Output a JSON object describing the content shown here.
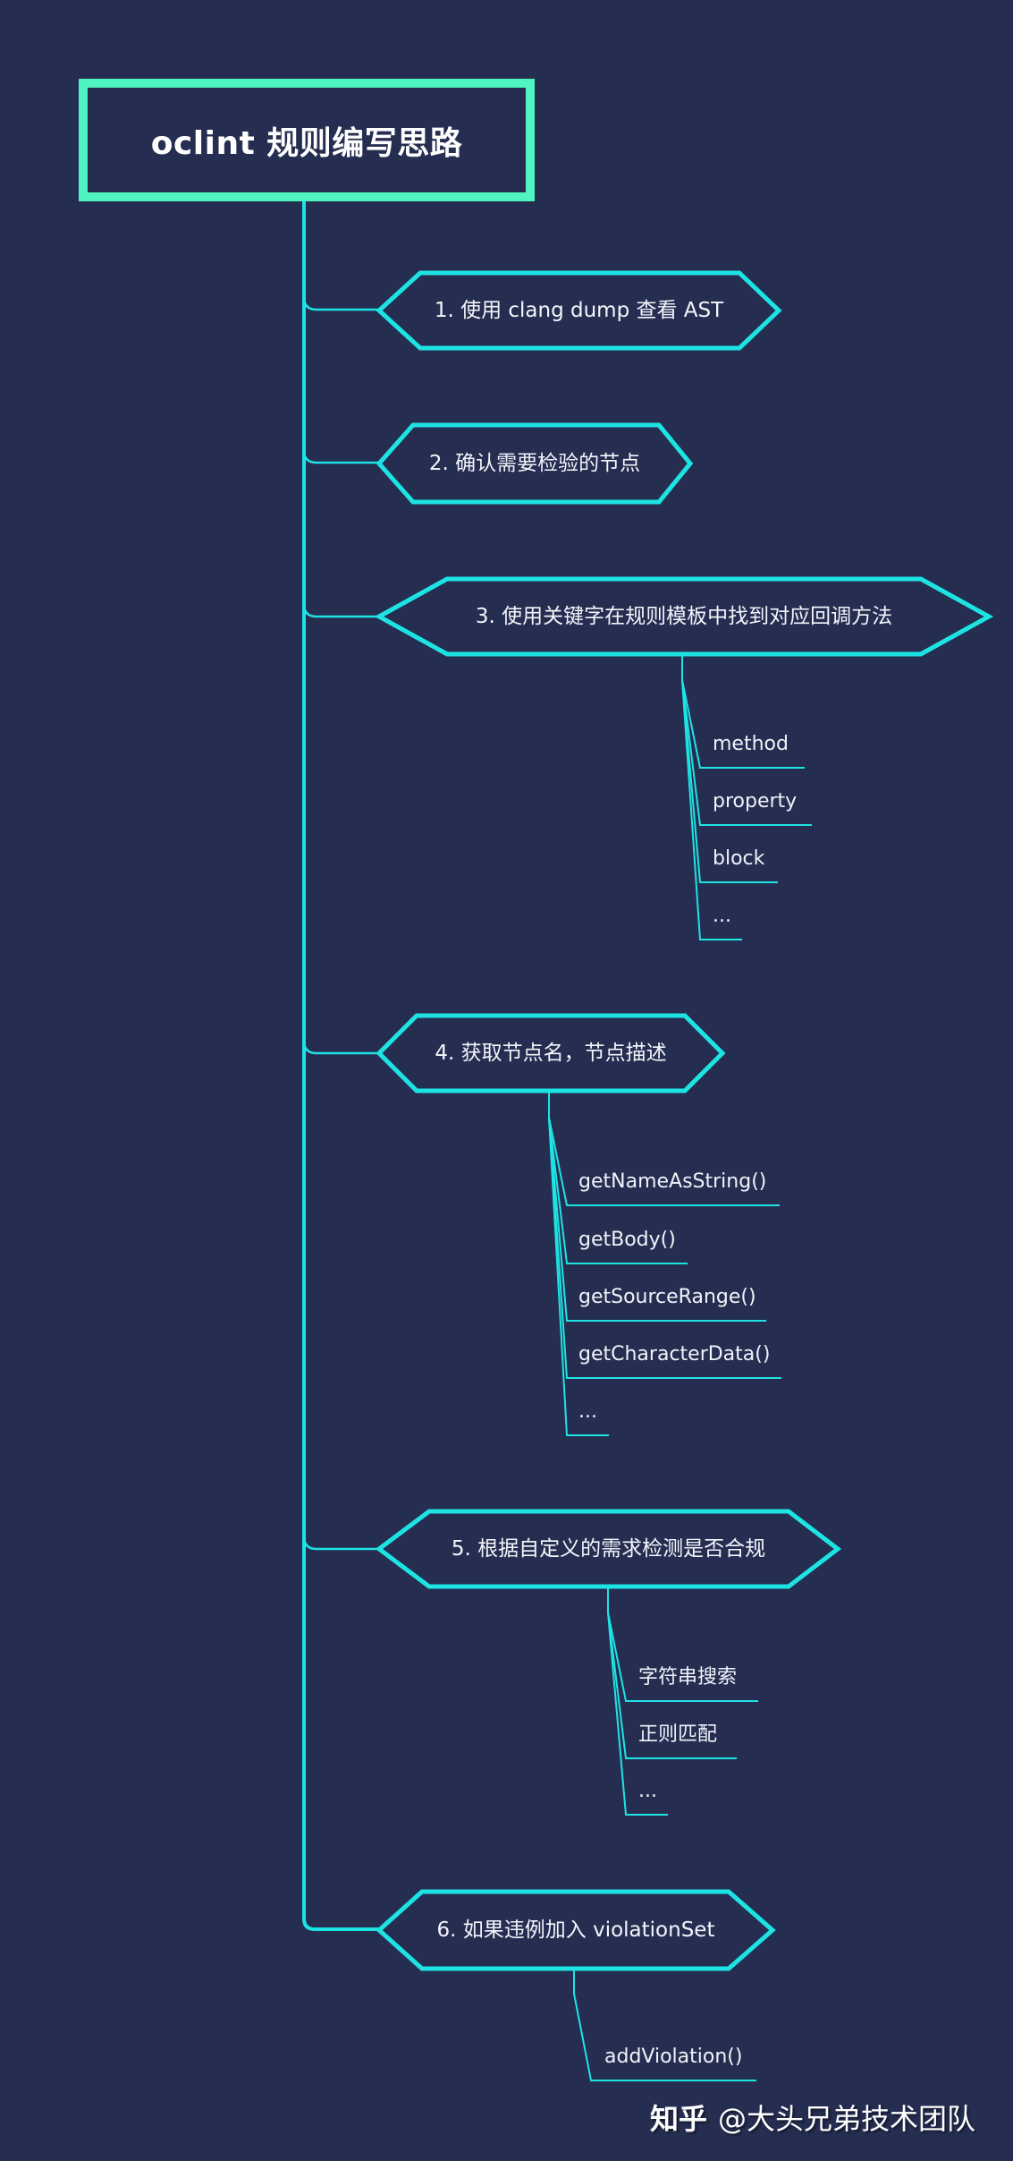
{
  "colors": {
    "background": "#252d51",
    "title_border": "#4ff4c0",
    "connector": "#1ee3e3",
    "text": "#ffffff"
  },
  "root": {
    "title": "oclint 规则编写思路"
  },
  "steps": [
    {
      "label": "1. 使用 clang dump 查看 AST",
      "children": []
    },
    {
      "label": "2. 确认需要检验的节点",
      "children": []
    },
    {
      "label": "3. 使用关键字在规则模板中找到对应回调方法",
      "children": [
        "method",
        "property",
        "block",
        "..."
      ]
    },
    {
      "label": "4. 获取节点名，节点描述",
      "children": [
        "getNameAsString()",
        "getBody()",
        "getSourceRange()",
        "getCharacterData()",
        "..."
      ]
    },
    {
      "label": "5. 根据自定义的需求检测是否合规",
      "children": [
        "字符串搜索",
        "正则匹配",
        "..."
      ]
    },
    {
      "label": "6. 如果违例加入 violationSet",
      "children": [
        "addViolation()"
      ]
    }
  ],
  "watermark": {
    "brand": "知乎",
    "author": "@大头兄弟技术团队"
  }
}
